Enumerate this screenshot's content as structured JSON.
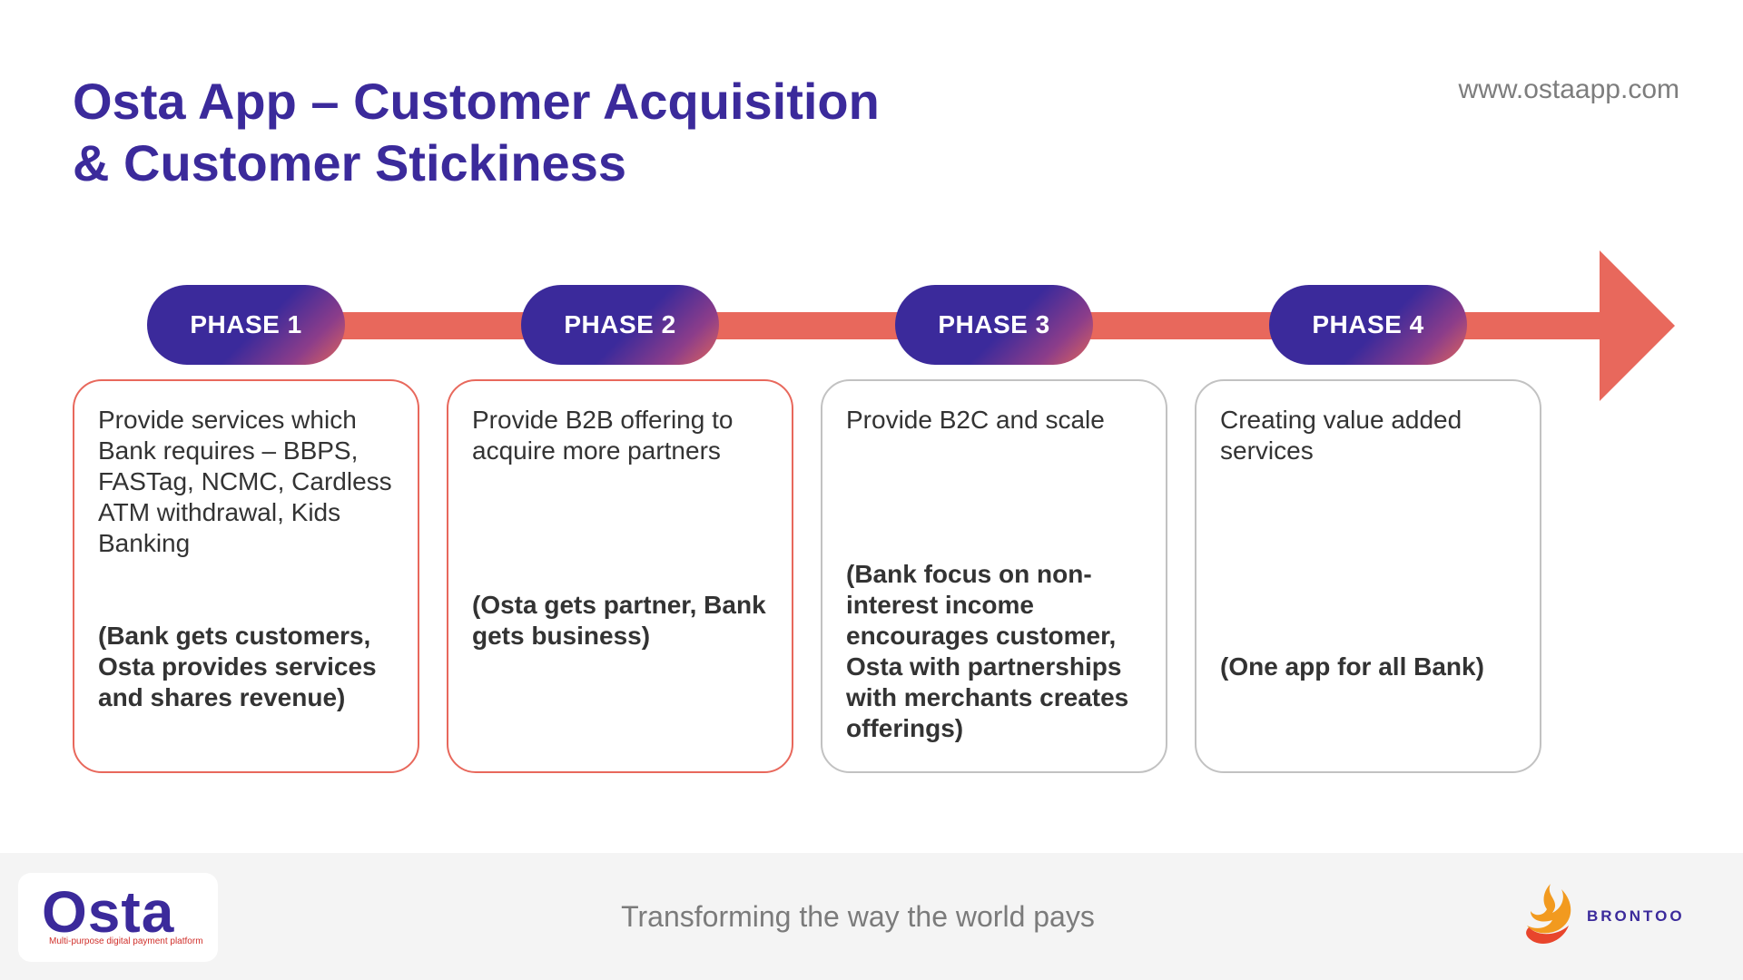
{
  "header": {
    "title_line1": "Osta App – Customer Acquisition",
    "title_line2": "& Customer Stickiness",
    "website": "www.ostaapp.com"
  },
  "colors": {
    "brand_primary": "#3b2a9b",
    "arrow": "#e8685c",
    "card_border_accent": "#e8685c",
    "card_border_plain": "#c2c2c2"
  },
  "phases": [
    {
      "label": "PHASE 1",
      "description": "Provide services which Bank requires – BBPS, FASTag, NCMC, Cardless ATM withdrawal, Kids Banking",
      "note": "(Bank gets customers, Osta provides services and shares revenue)"
    },
    {
      "label": "PHASE 2",
      "description": "Provide B2B offering to acquire more partners",
      "note": "(Osta gets partner, Bank gets business)"
    },
    {
      "label": "PHASE 3",
      "description": "Provide B2C and scale",
      "note": "(Bank focus on non-interest income encourages customer, Osta with partnerships with merchants creates offerings)"
    },
    {
      "label": "PHASE 4",
      "description": "Creating value added services",
      "note": " (One app for all Bank)"
    }
  ],
  "footer": {
    "logo_text": "Osta",
    "logo_tagline": "Multi-purpose digital payment platform",
    "tagline": "Transforming the way the world pays",
    "partner_logo_text": "BRONTOO"
  }
}
